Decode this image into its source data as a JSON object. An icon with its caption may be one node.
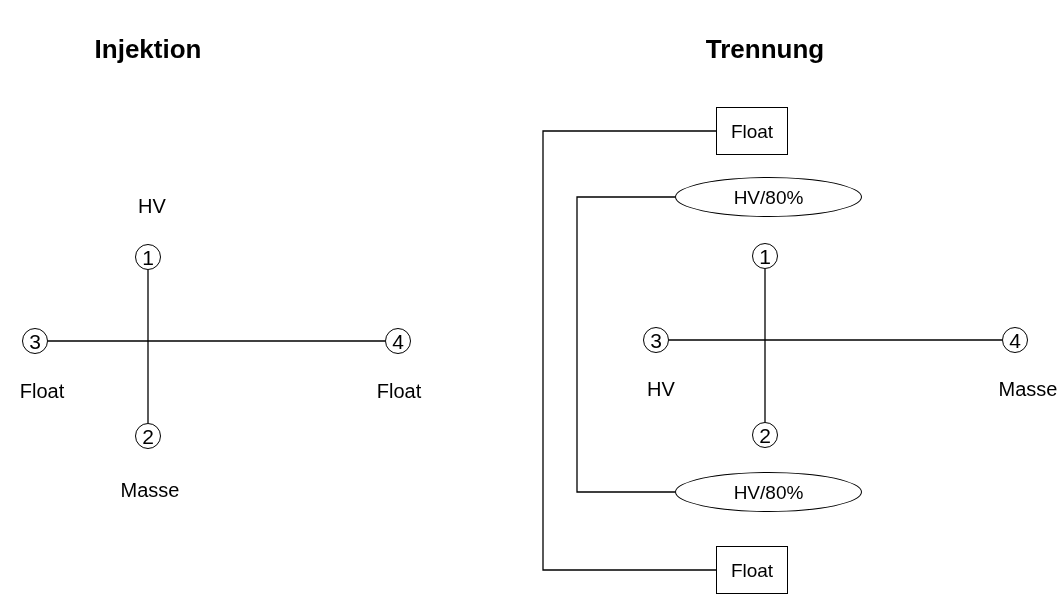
{
  "diagram": {
    "nodes": [
      {
        "text": [
          "1"
        ],
        "beside": [
          "HV"
        ]
      },
      {
        "text": [
          "2"
        ],
        "beside": [
          "Masse"
        ]
      },
      {
        "text": [
          "3"
        ],
        "beside": [
          "Float"
        ]
      },
      {
        "text": [
          "4"
        ],
        "beside": [
          "Float"
        ]
      },
      {
        "text": [
          "Float"
        ]
      },
      {
        "text": [
          "HV/80%"
        ]
      },
      {
        "text": [
          "1"
        ]
      },
      {
        "text": [
          "3"
        ],
        "beside": [
          "HV"
        ]
      },
      {
        "text": [
          "4"
        ],
        "beside": [
          "Masse"
        ]
      },
      {
        "text": [
          "2"
        ]
      },
      {
        "text": [
          "HV/80%"
        ]
      },
      {
        "text": [
          "Float"
        ]
      }
    ],
    "edges": [
      {
        "from": 0,
        "to": 1,
        "arrow": "none"
      },
      {
        "from": 2,
        "to": 3,
        "arrow": "none"
      },
      {
        "from": 4,
        "to": 11,
        "arrow": "none"
      },
      {
        "from": 5,
        "to": 10,
        "arrow": "none"
      },
      {
        "from": 6,
        "to": 9,
        "arrow": "none"
      },
      {
        "from": 7,
        "to": 8,
        "arrow": "none"
      }
    ],
    "labels": [
      "Injektion",
      "Trennung"
    ]
  }
}
